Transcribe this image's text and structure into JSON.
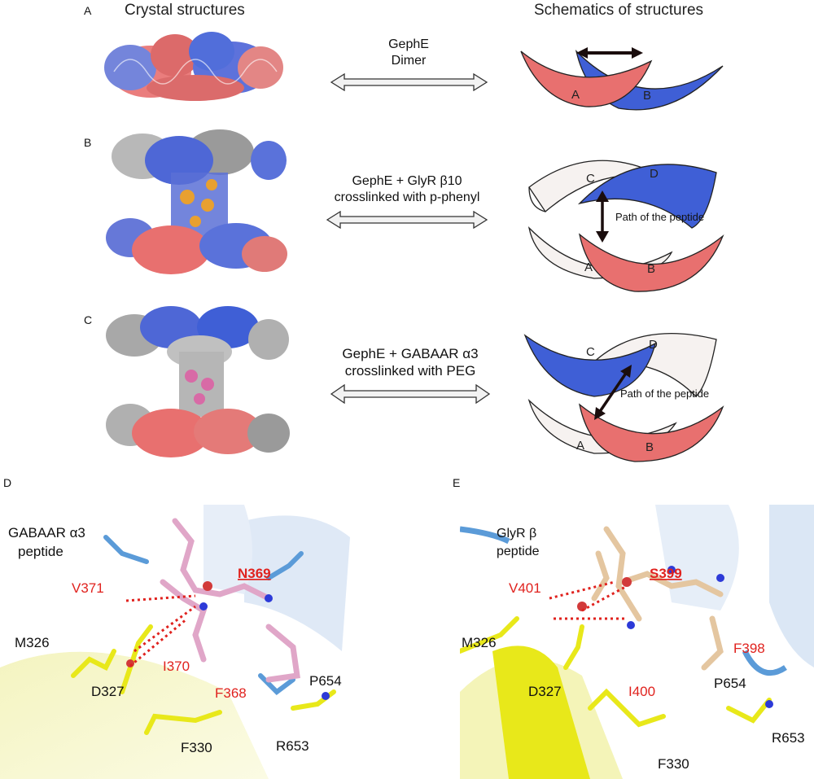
{
  "panels": {
    "a": "A",
    "b": "B",
    "c": "C",
    "d": "D",
    "e": "E"
  },
  "headers": {
    "left": "Crystal structures",
    "right": "Schematics of structures"
  },
  "rows": [
    {
      "arrow_label_1": "GephE",
      "arrow_label_2": "Dimer",
      "schematic": {
        "chains": [
          "A",
          "B"
        ]
      }
    },
    {
      "arrow_label_1": "GephE + GlyR β10",
      "arrow_label_2": "crosslinked with p-phenyl",
      "schematic": {
        "chains": [
          "C",
          "D",
          "A",
          "B"
        ],
        "path_label": "Path of the peptide"
      }
    },
    {
      "arrow_label_1": "GephE + GABAAR α3",
      "arrow_label_2": "crosslinked with PEG",
      "schematic": {
        "chains": [
          "C",
          "D",
          "A",
          "B"
        ],
        "path_label": "Path of the peptide"
      }
    }
  ],
  "panel_d": {
    "peptide_label_1": "GABAAR α3",
    "peptide_label_2": "peptide",
    "residues_red": [
      "N369",
      "V371",
      "I370",
      "F368"
    ],
    "residues_black": [
      "M326",
      "D327",
      "F330",
      "P654",
      "R653"
    ]
  },
  "panel_e": {
    "peptide_label_1": "GlyR β",
    "peptide_label_2": "peptide",
    "residues_red": [
      "S399",
      "V401",
      "F398",
      "I400"
    ],
    "residues_black": [
      "M326",
      "D327",
      "P654",
      "R653",
      "F330"
    ]
  },
  "colors": {
    "red_chain": "#e8706f",
    "blue_chain": "#3f5fd6",
    "white_chain": "#f6f2f0",
    "red_text": "#e0221e",
    "yellow": "#e8e81a",
    "pink": "#e0a6c8",
    "tan": "#e4c6a0"
  }
}
